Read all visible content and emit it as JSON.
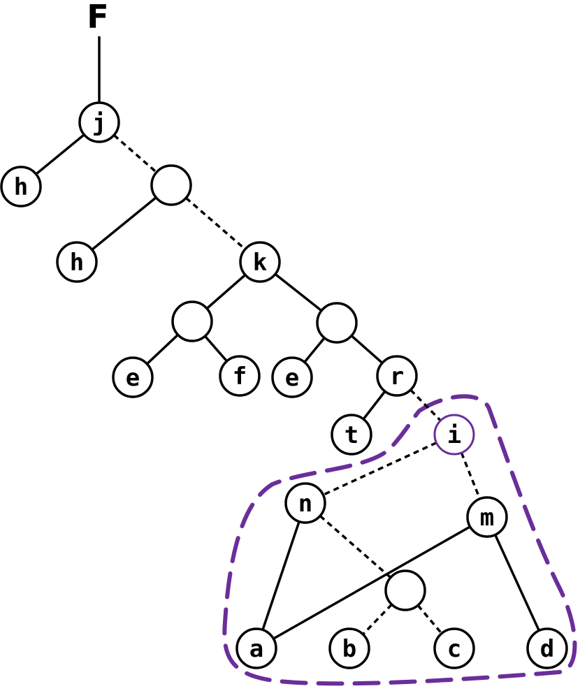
{
  "diagram": {
    "root_label": "F",
    "nodes": [
      {
        "id": "j",
        "label": "j"
      },
      {
        "id": "h1",
        "label": "h"
      },
      {
        "id": "u1",
        "label": ""
      },
      {
        "id": "h2",
        "label": "h"
      },
      {
        "id": "k",
        "label": "k"
      },
      {
        "id": "u2",
        "label": ""
      },
      {
        "id": "u3",
        "label": ""
      },
      {
        "id": "e1",
        "label": "e"
      },
      {
        "id": "f",
        "label": "f"
      },
      {
        "id": "e2",
        "label": "e"
      },
      {
        "id": "r",
        "label": "r"
      },
      {
        "id": "t",
        "label": "t"
      },
      {
        "id": "i",
        "label": "i",
        "highlight": true
      },
      {
        "id": "n",
        "label": "n"
      },
      {
        "id": "m",
        "label": "m"
      },
      {
        "id": "u4",
        "label": ""
      },
      {
        "id": "a",
        "label": "a"
      },
      {
        "id": "b",
        "label": "b"
      },
      {
        "id": "c",
        "label": "c"
      },
      {
        "id": "d",
        "label": "d"
      }
    ],
    "edges": [
      {
        "from": "F",
        "to": "j",
        "style": "solid"
      },
      {
        "from": "j",
        "to": "h1",
        "style": "solid"
      },
      {
        "from": "j",
        "to": "u1",
        "style": "dashed"
      },
      {
        "from": "u1",
        "to": "h2",
        "style": "solid"
      },
      {
        "from": "u1",
        "to": "k",
        "style": "dashed"
      },
      {
        "from": "k",
        "to": "u2",
        "style": "solid"
      },
      {
        "from": "k",
        "to": "u3",
        "style": "solid"
      },
      {
        "from": "u2",
        "to": "e1",
        "style": "solid"
      },
      {
        "from": "u2",
        "to": "f",
        "style": "solid"
      },
      {
        "from": "u3",
        "to": "e2",
        "style": "solid"
      },
      {
        "from": "u3",
        "to": "r",
        "style": "solid"
      },
      {
        "from": "r",
        "to": "t",
        "style": "solid"
      },
      {
        "from": "r",
        "to": "i",
        "style": "dashed"
      },
      {
        "from": "i",
        "to": "n",
        "style": "dashed"
      },
      {
        "from": "i",
        "to": "m",
        "style": "dashed"
      },
      {
        "from": "n",
        "to": "a",
        "style": "solid"
      },
      {
        "from": "n",
        "to": "u4",
        "style": "dashed"
      },
      {
        "from": "m",
        "to": "a",
        "style": "solid"
      },
      {
        "from": "m",
        "to": "d",
        "style": "solid"
      },
      {
        "from": "u4",
        "to": "b",
        "style": "dashed"
      },
      {
        "from": "u4",
        "to": "c",
        "style": "dashed"
      }
    ],
    "colors": {
      "line": "#000000",
      "node_fill": "#ffffff",
      "highlight": "#6a2e9a"
    }
  }
}
